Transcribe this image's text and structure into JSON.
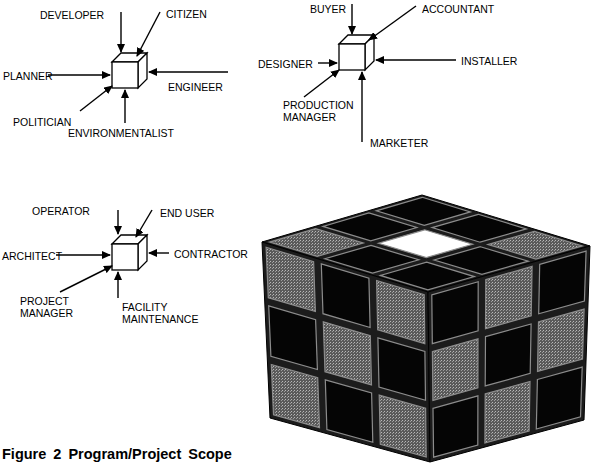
{
  "diagram": {
    "caption": "Figure 2 Program/Project Scope",
    "labels": [
      "DEVELOPER",
      "CITIZEN",
      "PLANNER",
      "ENGINEER",
      "POLITICIAN",
      "ENVIRONMENTALIST",
      "BUYER",
      "ACCOUNTANT",
      "DESIGNER",
      "INSTALLER",
      "PRODUCTION MANAGER",
      "MARKETER",
      "OPERATOR",
      "END USER",
      "ARCHITECT",
      "CONTRACTOR",
      "PROJECT MANAGER",
      "FACILITY MAINTENANCE"
    ]
  }
}
